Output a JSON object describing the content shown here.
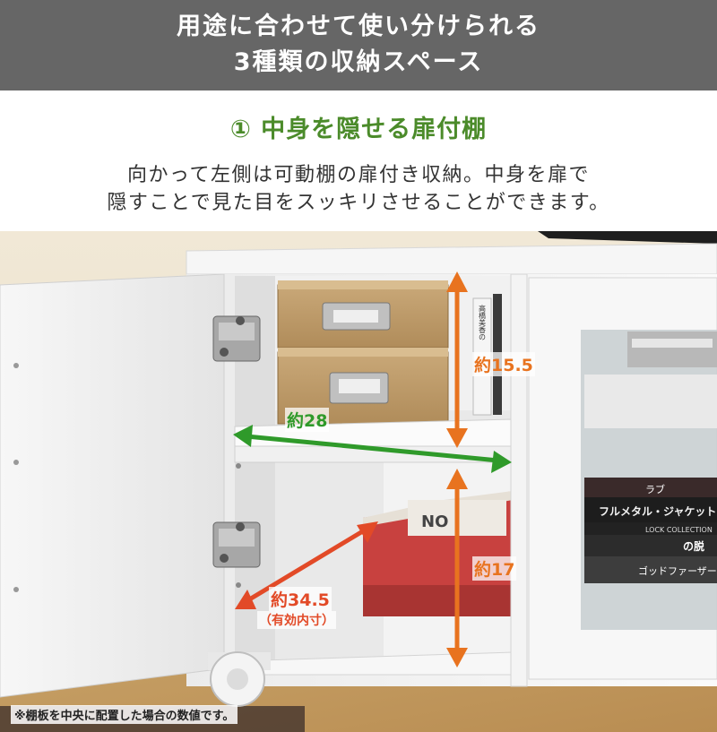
{
  "header": {
    "line1": "用途に合わせて使い分けられる",
    "line2": "3種類の収納スペース"
  },
  "subtitle": "① 中身を隠せる扉付棚",
  "description": {
    "line1": "向かって左側は可動棚の扉付き収納。中身を扉で",
    "line2": "隠すことで見た目をスッキリさせることができます。"
  },
  "measurements": {
    "upper_height": "約15.5",
    "width": "約28",
    "lower_height": "約17",
    "depth": "約34.5",
    "depth_note": "（有効内寸）"
  },
  "photo": {
    "product_text": {
      "card_a": "高橋美香の",
      "dvd_a": "フルメタル・ジャケット",
      "dvd_b": "ラブ",
      "dvd_c": "の脱",
      "dvd_d": "ゴッドファーザー",
      "dvd_e": "LOCK COLLECTION",
      "box_brand": "NO"
    }
  },
  "footnote": "※棚板を中央に配置した場合の数値です。",
  "colors": {
    "header_bg": "#666666",
    "subtitle_green": "#4b8b2a",
    "arrow_orange": "#e8731f",
    "arrow_green": "#2f9a2a",
    "arrow_red": "#e24a27"
  }
}
